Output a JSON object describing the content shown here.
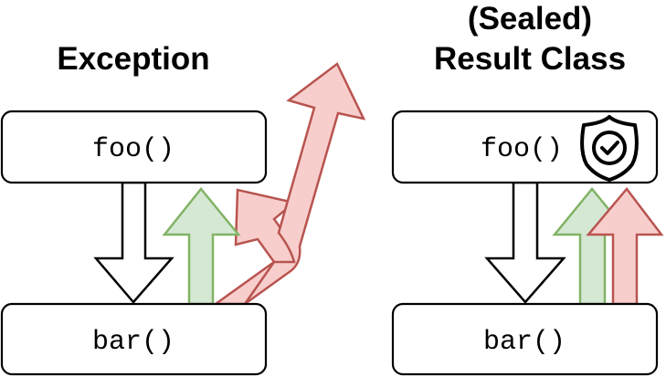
{
  "panels": [
    {
      "title_lines": [
        "Exception"
      ],
      "top_box_label": "foo()",
      "bottom_box_label": "bar()",
      "arrows": [
        {
          "kind": "call",
          "direction": "down",
          "color": "white"
        },
        {
          "kind": "return-success",
          "direction": "up",
          "color": "green"
        },
        {
          "kind": "exception",
          "direction": "up-escaping",
          "color": "red"
        }
      ]
    },
    {
      "title_lines": [
        "(Sealed)",
        "Result Class"
      ],
      "top_box_label": "foo()",
      "top_box_icon": "shield-check-icon",
      "bottom_box_label": "bar()",
      "arrows": [
        {
          "kind": "call",
          "direction": "down",
          "color": "white"
        },
        {
          "kind": "return-success",
          "direction": "up",
          "color": "green"
        },
        {
          "kind": "return-failure",
          "direction": "up",
          "color": "red"
        }
      ]
    }
  ],
  "colors": {
    "success_fill": "#d5e8d4",
    "success_stroke": "#82b366",
    "failure_fill": "#f8cecc",
    "failure_stroke": "#b85450"
  }
}
